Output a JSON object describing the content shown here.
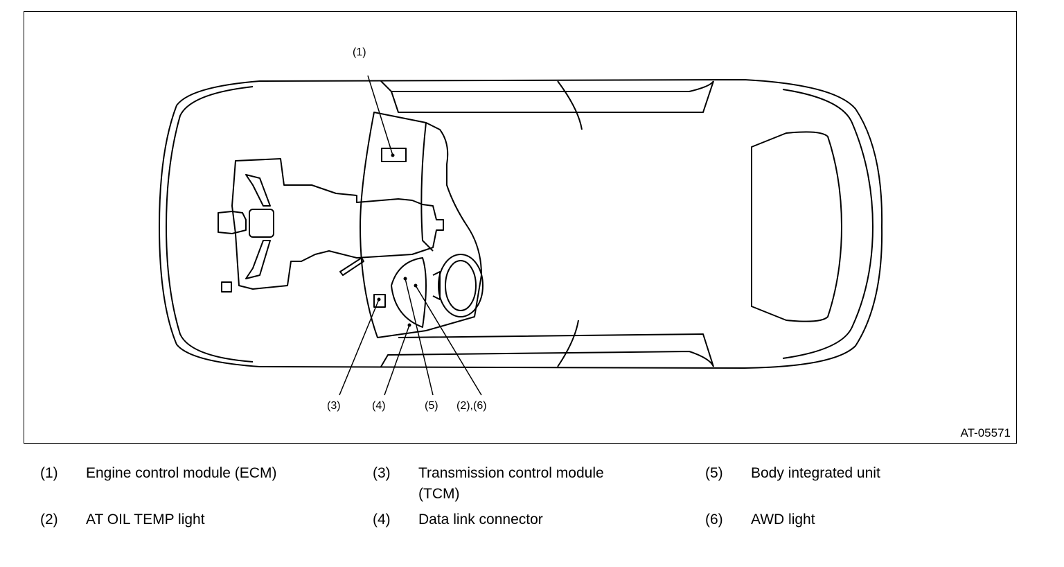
{
  "figure": {
    "code": "AT-05571",
    "callouts": [
      {
        "id": "callout-1",
        "label": "(1)"
      },
      {
        "id": "callout-3",
        "label": "(3)"
      },
      {
        "id": "callout-4",
        "label": "(4)"
      },
      {
        "id": "callout-5",
        "label": "(5)"
      },
      {
        "id": "callout-2-6",
        "label": "(2),(6)"
      }
    ]
  },
  "legend": [
    {
      "num": "(1)",
      "text": "Engine control module (ECM)"
    },
    {
      "num": "(2)",
      "text": "AT OIL TEMP light"
    },
    {
      "num": "(3)",
      "text": "Transmission control module (TCM)"
    },
    {
      "num": "(4)",
      "text": "Data link connector"
    },
    {
      "num": "(5)",
      "text": "Body integrated unit"
    },
    {
      "num": "(6)",
      "text": "AWD light"
    }
  ]
}
